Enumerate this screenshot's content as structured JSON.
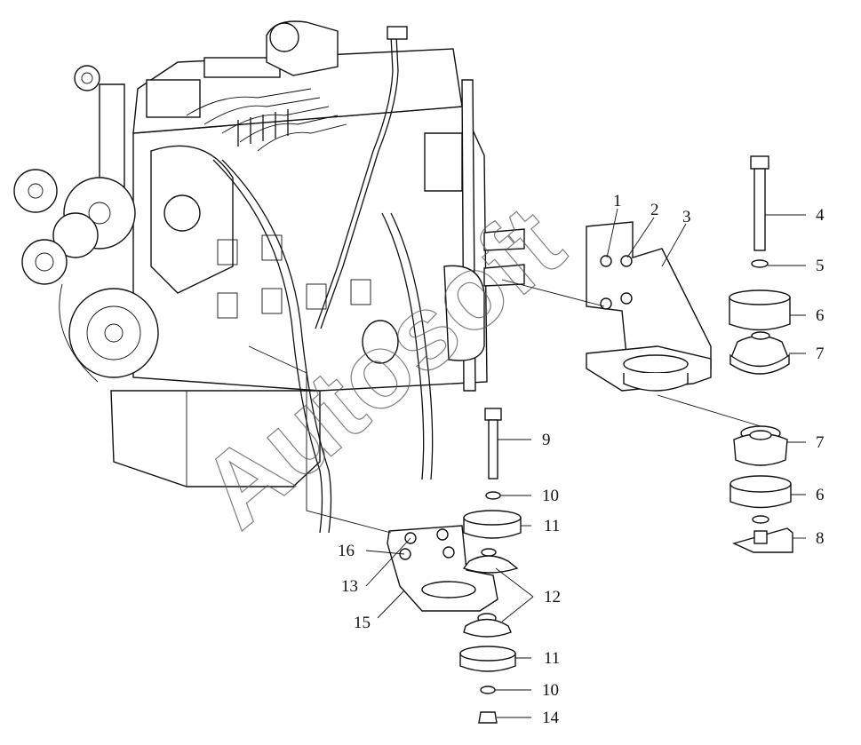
{
  "callouts": [
    {
      "id": "c1",
      "number": "1"
    },
    {
      "id": "c2",
      "number": "2"
    },
    {
      "id": "c3",
      "number": "3"
    },
    {
      "id": "c4",
      "number": "4"
    },
    {
      "id": "c5",
      "number": "5"
    },
    {
      "id": "c6a",
      "number": "6"
    },
    {
      "id": "c7a",
      "number": "7"
    },
    {
      "id": "c7b",
      "number": "7"
    },
    {
      "id": "c6b",
      "number": "6"
    },
    {
      "id": "c8",
      "number": "8"
    },
    {
      "id": "c9",
      "number": "9"
    },
    {
      "id": "c10a",
      "number": "10"
    },
    {
      "id": "c11a",
      "number": "11"
    },
    {
      "id": "c12",
      "number": "12"
    },
    {
      "id": "c16",
      "number": "16"
    },
    {
      "id": "c13",
      "number": "13"
    },
    {
      "id": "c15",
      "number": "15"
    },
    {
      "id": "c11b",
      "number": "11"
    },
    {
      "id": "c10b",
      "number": "10"
    },
    {
      "id": "c14",
      "number": "14"
    }
  ],
  "watermark": "Autosoft",
  "colors": {
    "line": "#111111",
    "background": "#ffffff",
    "watermark": "#555555"
  }
}
